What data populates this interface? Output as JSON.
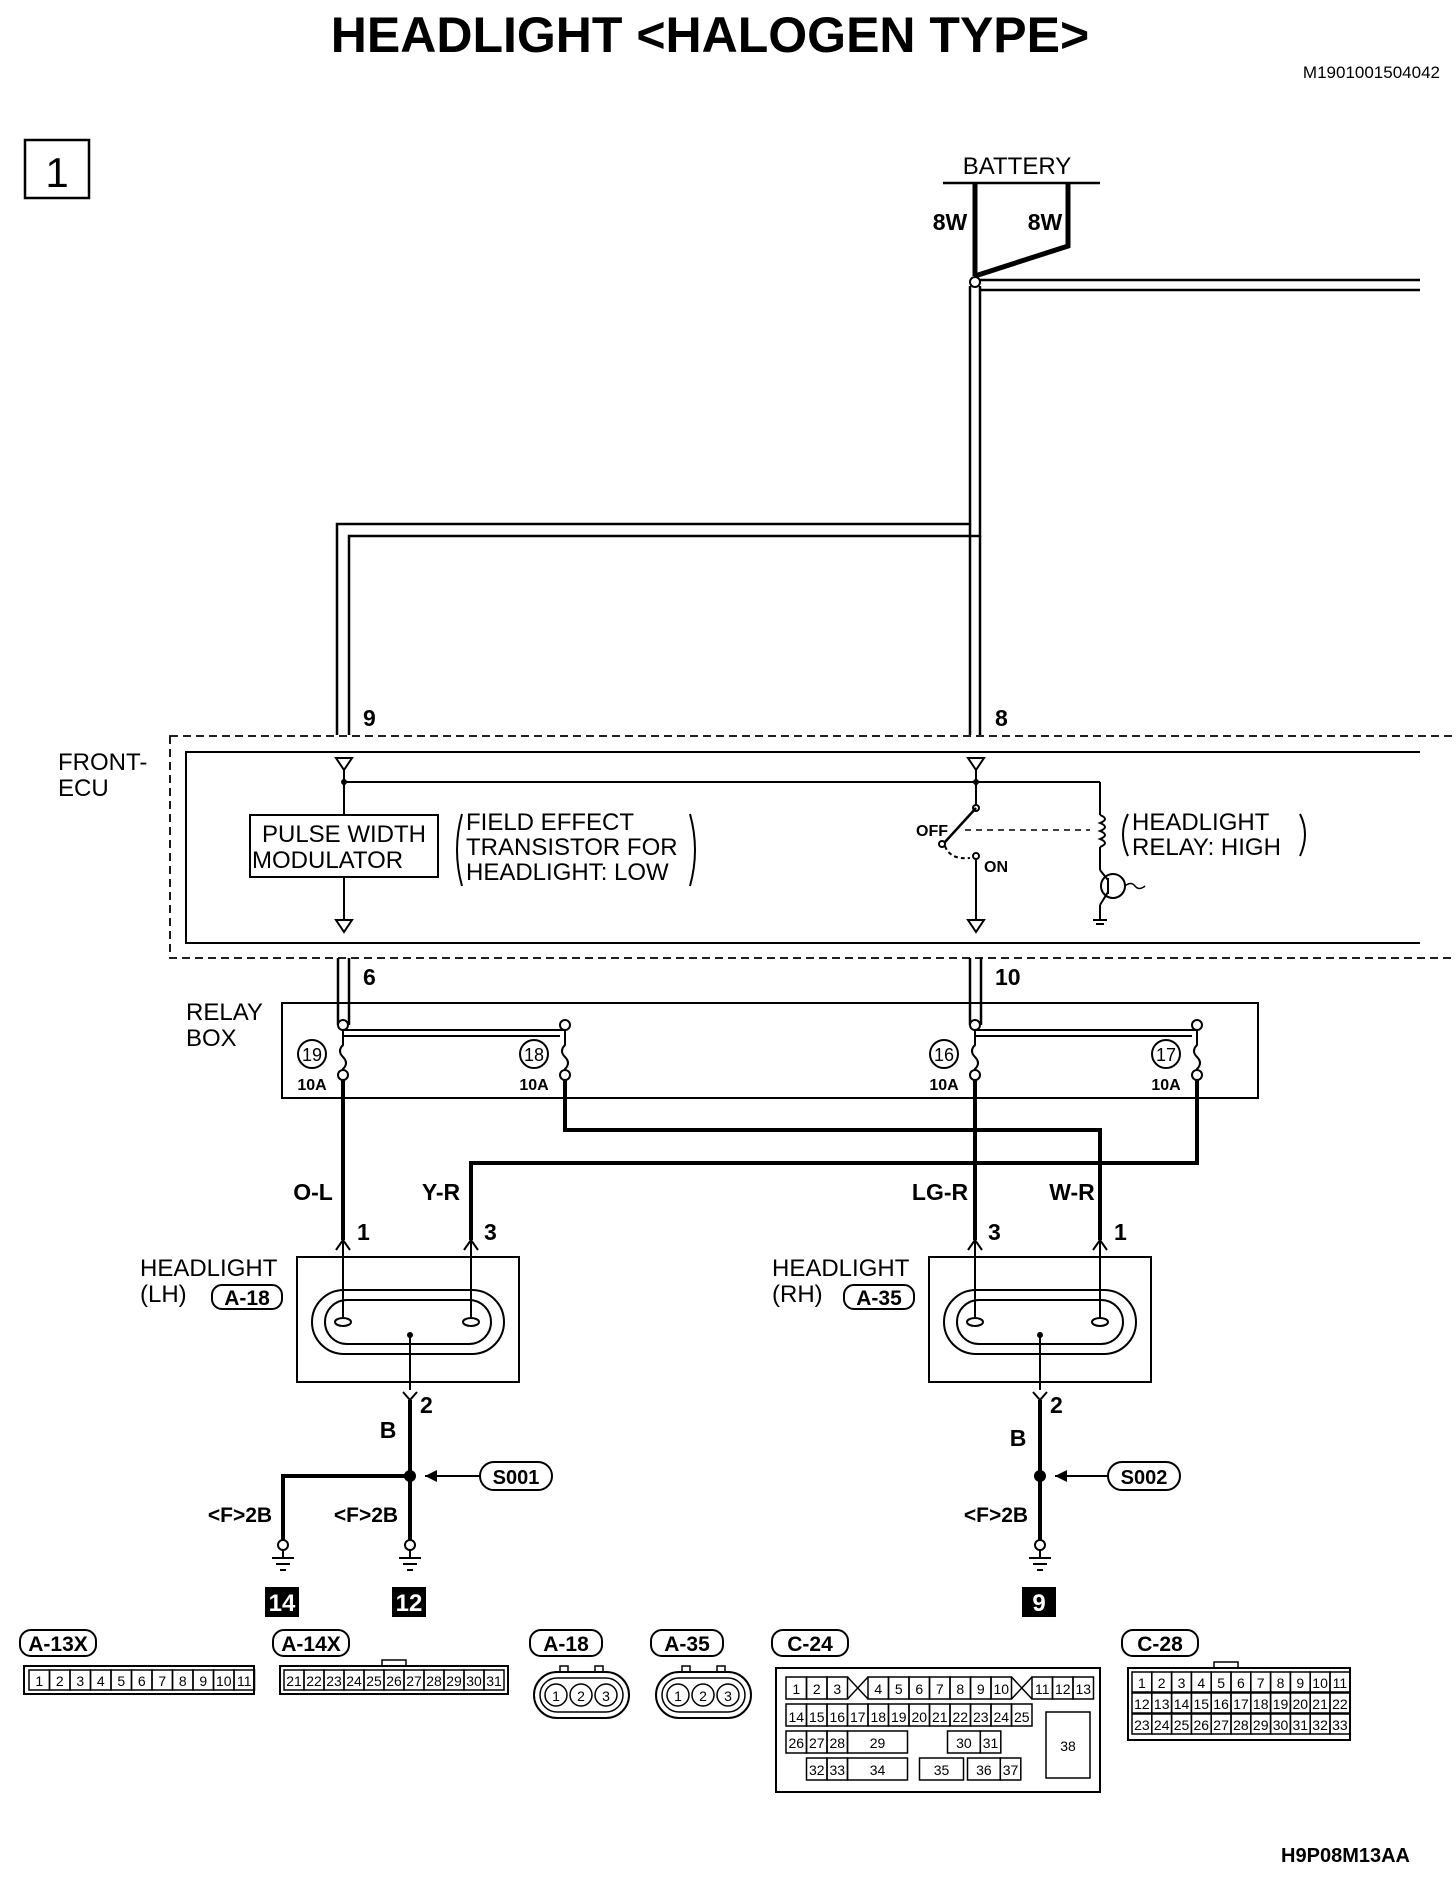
{
  "title": "HEADLIGHT <HALOGEN TYPE>",
  "doc_id": "M1901001504042",
  "page_number": "1",
  "footer_code": "H9P08M13AA",
  "battery": {
    "label": "BATTERY",
    "wire_left": "8W",
    "wire_right": "8W"
  },
  "front_ecu": {
    "label_line1": "FRONT-",
    "label_line2": "ECU",
    "pin_left_top": "9",
    "pin_right_top": "8",
    "pin_left_bottom": "6",
    "pin_right_bottom": "10",
    "pwm_line1": "PULSE WIDTH",
    "pwm_line2": "MODULATOR",
    "fet_line1": "FIELD EFFECT",
    "fet_line2": "TRANSISTOR FOR",
    "fet_line3": "HEADLIGHT: LOW",
    "switch_off": "OFF",
    "switch_on": "ON",
    "relay_line1": "HEADLIGHT",
    "relay_line2": "RELAY: HIGH"
  },
  "relay_box": {
    "label_line1": "RELAY",
    "label_line2": "BOX",
    "fuses": [
      {
        "num": "19",
        "rating": "10A"
      },
      {
        "num": "18",
        "rating": "10A"
      },
      {
        "num": "16",
        "rating": "10A"
      },
      {
        "num": "17",
        "rating": "10A"
      }
    ]
  },
  "wires": {
    "lh_low": "O-L",
    "lh_high": "Y-R",
    "rh_low": "LG-R",
    "rh_high": "W-R",
    "ground": "B"
  },
  "headlight_lh": {
    "label_line1": "HEADLIGHT",
    "label_line2": "(LH)",
    "connector": "A-18",
    "pin_a": "1",
    "pin_b": "3",
    "pin_gnd": "2"
  },
  "headlight_rh": {
    "label_line1": "HEADLIGHT",
    "label_line2": "(RH)",
    "connector": "A-35",
    "pin_a": "3",
    "pin_b": "1",
    "pin_gnd": "2"
  },
  "splices": {
    "lh": "S001",
    "rh": "S002"
  },
  "grounds": [
    {
      "ref": "<F>2B",
      "num": "14"
    },
    {
      "ref": "<F>2B",
      "num": "12"
    },
    {
      "ref": "<F>2B",
      "num": "9"
    }
  ],
  "connectors": {
    "a13x": {
      "name": "A-13X",
      "pins": [
        "1",
        "2",
        "3",
        "4",
        "5",
        "6",
        "7",
        "8",
        "9",
        "10",
        "11"
      ]
    },
    "a14x": {
      "name": "A-14X",
      "pins": [
        "21",
        "22",
        "23",
        "24",
        "25",
        "26",
        "27",
        "28",
        "29",
        "30",
        "31"
      ]
    },
    "a18": {
      "name": "A-18",
      "pins": [
        "1",
        "2",
        "3"
      ]
    },
    "a35": {
      "name": "A-35",
      "pins": [
        "1",
        "2",
        "3"
      ]
    },
    "c24": {
      "name": "C-24",
      "row1": [
        "1",
        "2",
        "3",
        "4",
        "5",
        "6",
        "7",
        "8",
        "9",
        "10",
        "11",
        "12",
        "13"
      ],
      "row2": [
        "14",
        "15",
        "16",
        "17",
        "18",
        "19",
        "20",
        "21",
        "22",
        "23",
        "24",
        "25"
      ],
      "row3": [
        "26",
        "27",
        "28",
        "29",
        "30",
        "31"
      ],
      "row4": [
        "32",
        "33",
        "34",
        "35",
        "36",
        "37"
      ],
      "big": "38"
    },
    "c28": {
      "name": "C-28",
      "row1": [
        "1",
        "2",
        "3",
        "4",
        "5",
        "6",
        "7",
        "8",
        "9",
        "10",
        "11"
      ],
      "row2": [
        "12",
        "13",
        "14",
        "15",
        "16",
        "17",
        "18",
        "19",
        "20",
        "21",
        "22"
      ],
      "row3": [
        "23",
        "24",
        "25",
        "26",
        "27",
        "28",
        "29",
        "30",
        "31",
        "32",
        "33"
      ]
    }
  }
}
